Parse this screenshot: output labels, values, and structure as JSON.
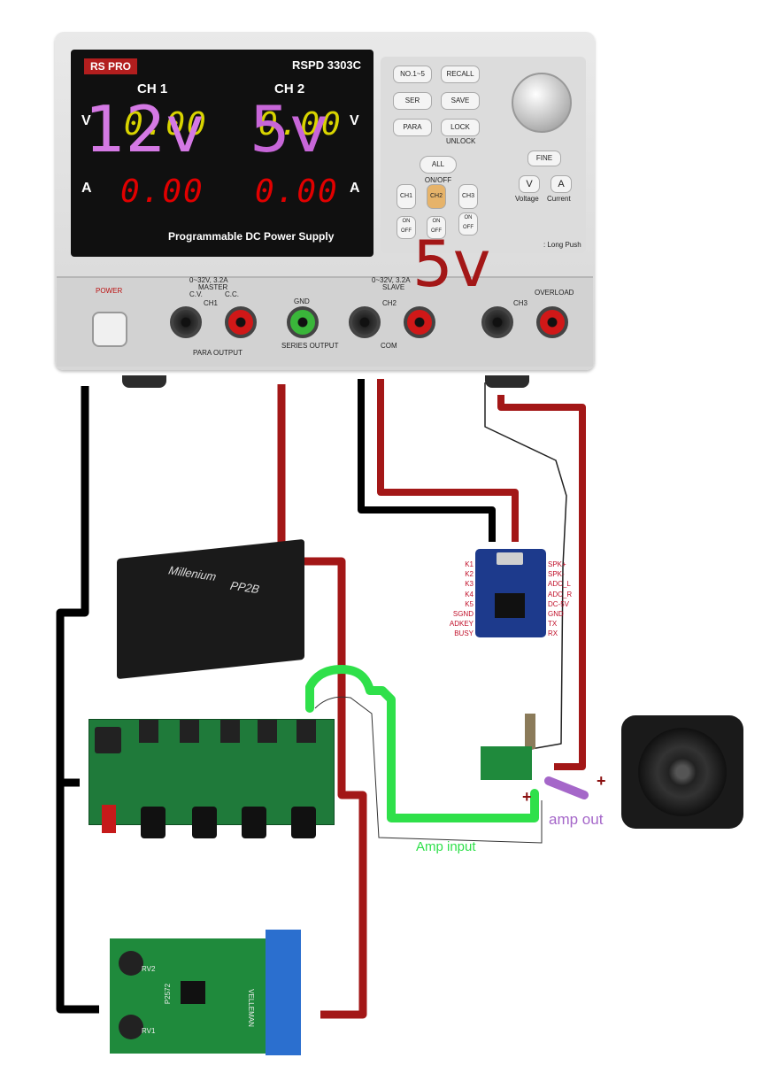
{
  "power_supply": {
    "brand": "RS PRO",
    "model": "RSPD 3303C",
    "ch1_label": "CH 1",
    "ch2_label": "CH 2",
    "volt_unit": "V",
    "amp_unit": "A",
    "ch1_volts": "0.00",
    "ch2_volts": "0.00",
    "ch1_amps": "0.00",
    "ch2_amps": "0.00",
    "subtitle": "Programmable DC Power Supply",
    "buttons": {
      "no15": "NO.1~5",
      "recall": "RECALL",
      "ser": "SER",
      "save": "SAVE",
      "para": "PARA",
      "lock": "LOCK",
      "unlock": "UNLOCK",
      "all_onoff": "ALL ON/OFF",
      "fine": "FINE",
      "ch1": "CH1",
      "ch2": "CH2",
      "ch3": "CH3",
      "on": "ON",
      "off": "OFF",
      "v": "V",
      "a": "A",
      "voltage": "Voltage",
      "current": "Current",
      "long_push": ": Long Push"
    },
    "front": {
      "power": "POWER",
      "ch1": "CH1",
      "master": "MASTER",
      "gnd": "GND",
      "ch2": "CH2",
      "slave": "SLAVE",
      "ch3": "CH3",
      "overload": "OVERLOAD",
      "series_output": "SERIES OUTPUT",
      "para_output": "PARA OUTPUT",
      "com": "COM",
      "cv": "C.V.",
      "cc": "C.C.",
      "spec": "0~32V, 3.2A"
    }
  },
  "overlays": {
    "ch1_voltage": "12v",
    "ch2_voltage": "5v",
    "ch3_voltage": "5v"
  },
  "mp3_module": {
    "pins_left": [
      "K1",
      "K2",
      "K3",
      "K4",
      "K5",
      "SGND",
      "ADKEY",
      "BUSY"
    ],
    "pins_right": [
      "SPK+",
      "SPK-",
      "ADC_L",
      "ADC_R",
      "DC-5V",
      "GND",
      "TX",
      "RX"
    ]
  },
  "mixer_box": {
    "brand": "Millenium",
    "model": "PP2B"
  },
  "preamp_board": {
    "label_rv2": "RV2",
    "label_rv1": "RV1",
    "label_code": "P2572",
    "label_maker": "VELLEMAN"
  },
  "labels": {
    "amp_input": "Amp input",
    "amp_out": "amp out",
    "plus_amp_in": "+",
    "plus_amp_out": "+"
  },
  "colors": {
    "wire_red": "#a31717",
    "wire_black": "#000000",
    "wire_green": "#2fe04a",
    "wire_purple": "#a567c9",
    "overlay_pink": "#d479e4"
  }
}
